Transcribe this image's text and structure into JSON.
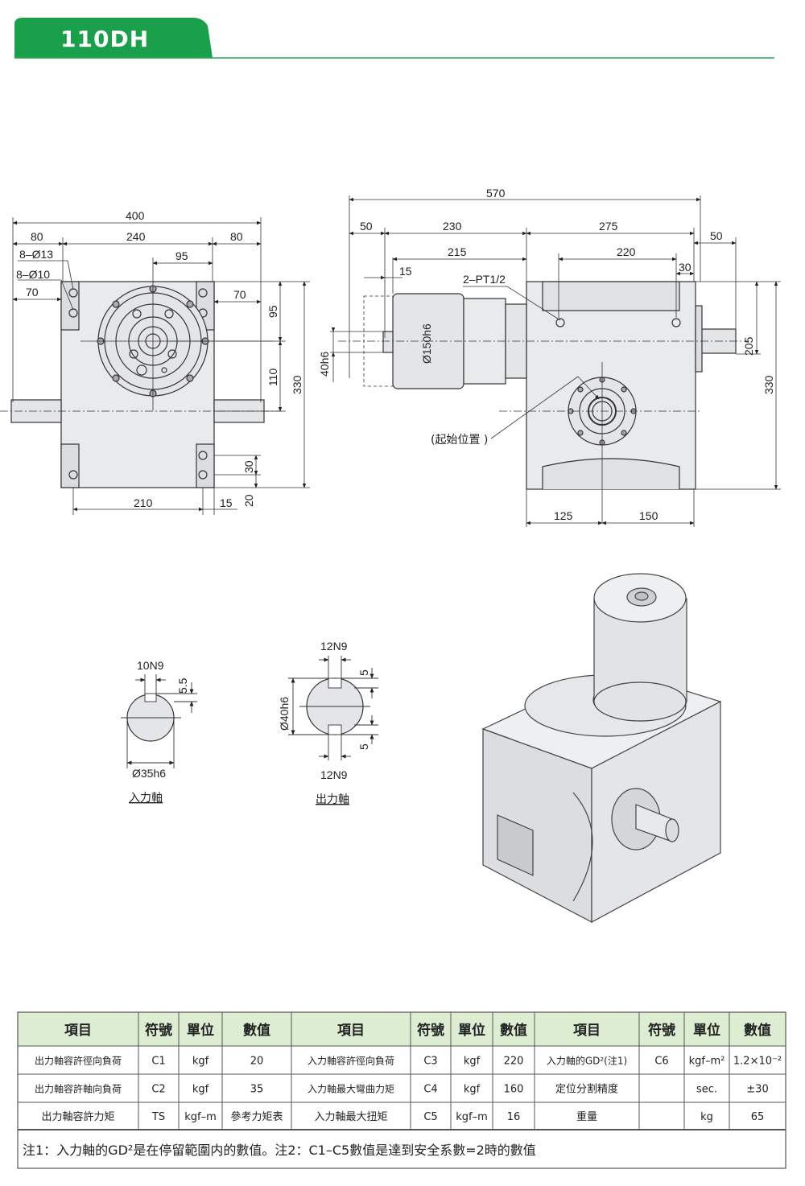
{
  "header": {
    "model": "110DH",
    "bar_color": "#1aa04a",
    "rule_color": "#2fa955"
  },
  "front_view": {
    "dims": {
      "d400": "400",
      "d80l": "80",
      "d240": "240",
      "d80r": "80",
      "holes13": "8–Ø13",
      "holes10": "8–Ø10",
      "d95w": "95",
      "d70l": "70",
      "d70r": "70",
      "d95h": "95",
      "d110": "110",
      "d330": "330",
      "d30": "30",
      "d20": "20",
      "d210": "210",
      "d15": "15"
    }
  },
  "side_view": {
    "dims": {
      "d570": "570",
      "d50l": "50",
      "d230": "230",
      "d275": "275",
      "d50r": "50",
      "d215": "215",
      "d220": "220",
      "d30": "30",
      "d15": "15",
      "pt": "2–PT1/2",
      "d150h6": "Ø150h6",
      "d40h6": "40h6",
      "d205": "205",
      "d330": "330",
      "d125": "125",
      "d150": "150"
    },
    "start_label": "(起始位置 )"
  },
  "shafts": {
    "input": {
      "key": "10N9",
      "depth": "5.5",
      "diameter": "Ø35h6",
      "label": "入力軸"
    },
    "output": {
      "key_top": "12N9",
      "depth_top": "5",
      "diameter": "Ø40h6",
      "depth_bottom": "5",
      "key_bottom": "12N9",
      "label": "出力軸"
    }
  },
  "table": {
    "header_bg": "#dcedd1",
    "headers": [
      "項目",
      "符號",
      "單位",
      "數值",
      "項目",
      "符號",
      "單位",
      "數值",
      "項目",
      "符號",
      "單位",
      "數值"
    ],
    "rows": [
      [
        "出力軸容許徑向負荷",
        "C1",
        "kgf",
        "20",
        "入力軸容許徑向負荷",
        "C3",
        "kgf",
        "220",
        "入力軸的GD²(注1)",
        "C6",
        "kgf–m²",
        "1.2×10⁻²"
      ],
      [
        "出力軸容許軸向負荷",
        "C2",
        "kgf",
        "35",
        "入力軸最大彎曲力矩",
        "C4",
        "kgf",
        "160",
        "定位分割精度",
        "",
        "sec.",
        "±30"
      ],
      [
        "出力軸容許力矩",
        "TS",
        "kgf–m",
        "參考力矩表",
        "入力軸最大扭矩",
        "C5",
        "kgf–m",
        "16",
        "重量",
        "",
        "kg",
        "65"
      ]
    ],
    "note": "注1：入力軸的GD²是在停留範圍内的數值。注2：C1–C5數值是達到安全系數=2時的數值"
  }
}
